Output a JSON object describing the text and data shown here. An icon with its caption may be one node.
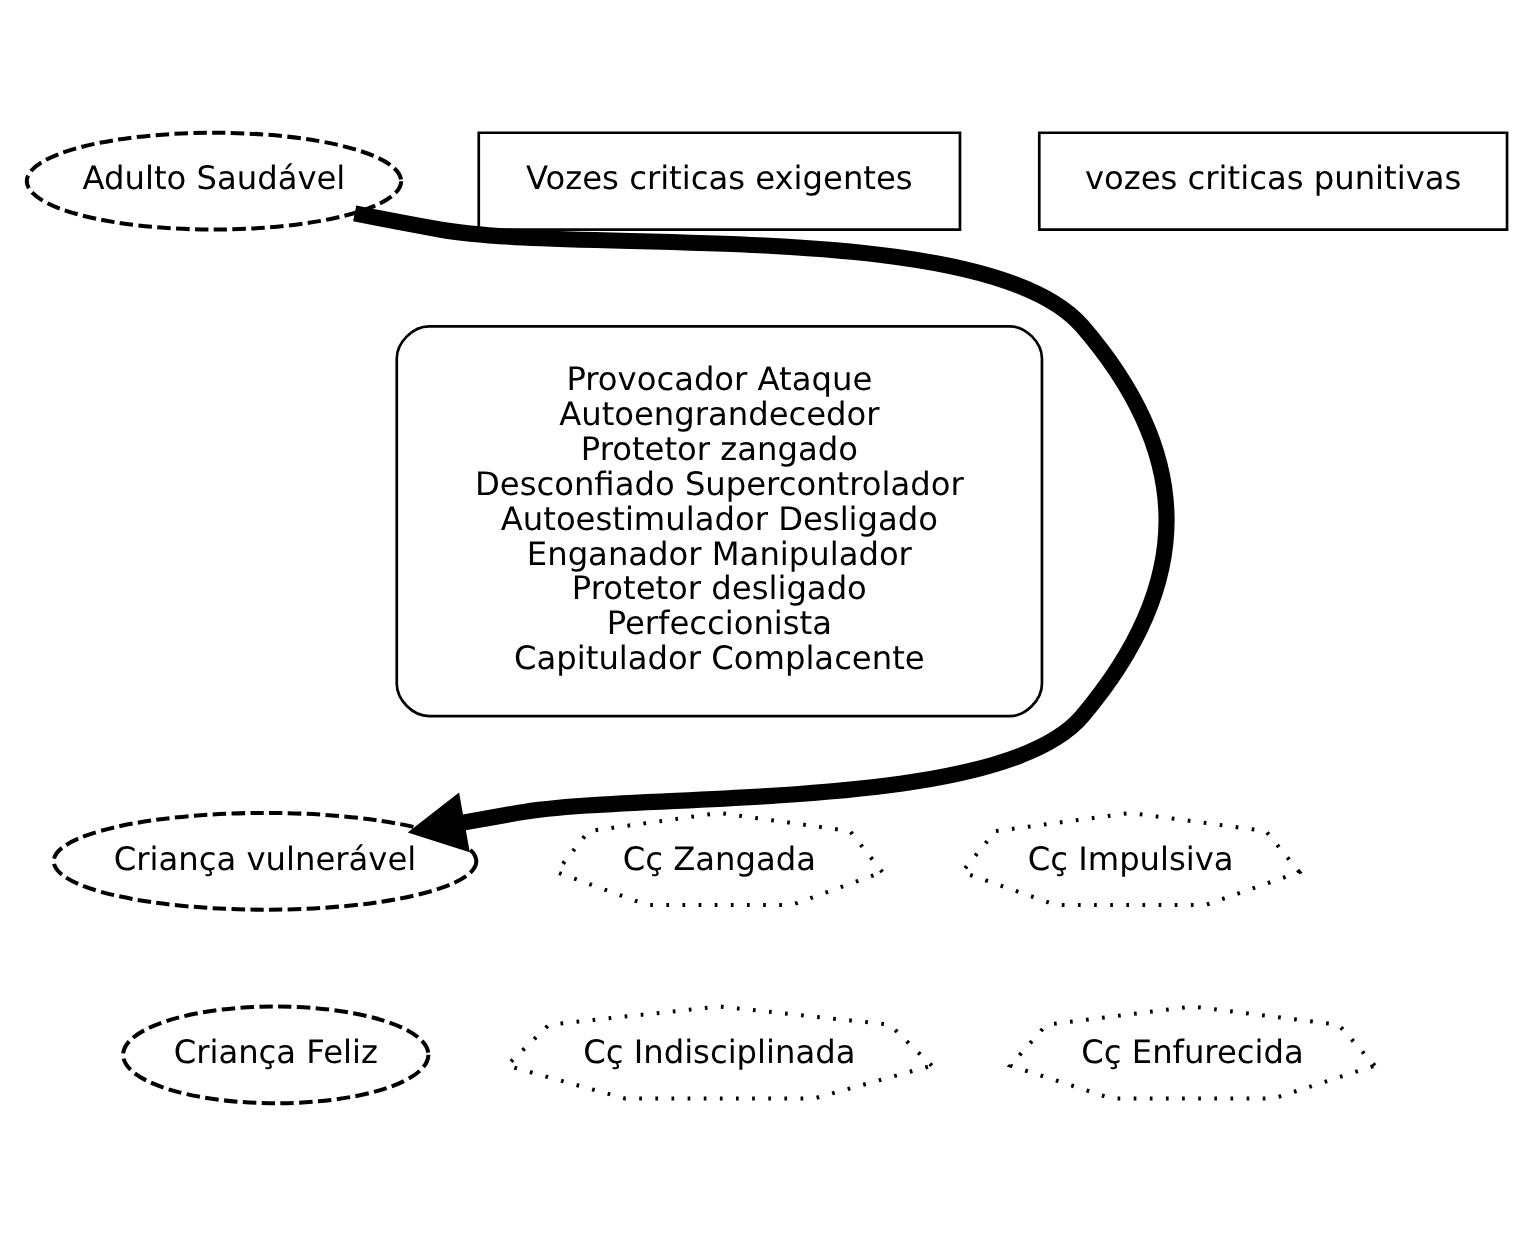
{
  "diagram": {
    "nodes": [
      {
        "text": [
          "Vozes criticas exigentes"
        ]
      },
      {
        "text": [
          "vozes criticas punitivas"
        ]
      },
      {
        "text": [
          "Adulto Saudável"
        ]
      },
      {
        "text": [
          "Provocador Ataque",
          "Autoengrandecedor",
          "Protetor zangado",
          "Desconfiado Supercontrolador",
          "Autoestimulador Desligado",
          "Enganador Manipulador",
          "Protetor desligado",
          "Perfeccionista",
          "Capitulador Complacente"
        ]
      },
      {
        "text": [
          "Criança vulnerável"
        ]
      },
      {
        "text": [
          "Cç Zangada"
        ]
      },
      {
        "text": [
          "Cç Impulsiva"
        ]
      },
      {
        "text": [
          "Criança Feliz"
        ]
      },
      {
        "text": [
          "Cç Indisciplinada"
        ]
      },
      {
        "text": [
          "Cç Enfurecida"
        ]
      }
    ],
    "edges": [
      {
        "from": 2,
        "to": 4,
        "arrow": "to"
      }
    ]
  }
}
